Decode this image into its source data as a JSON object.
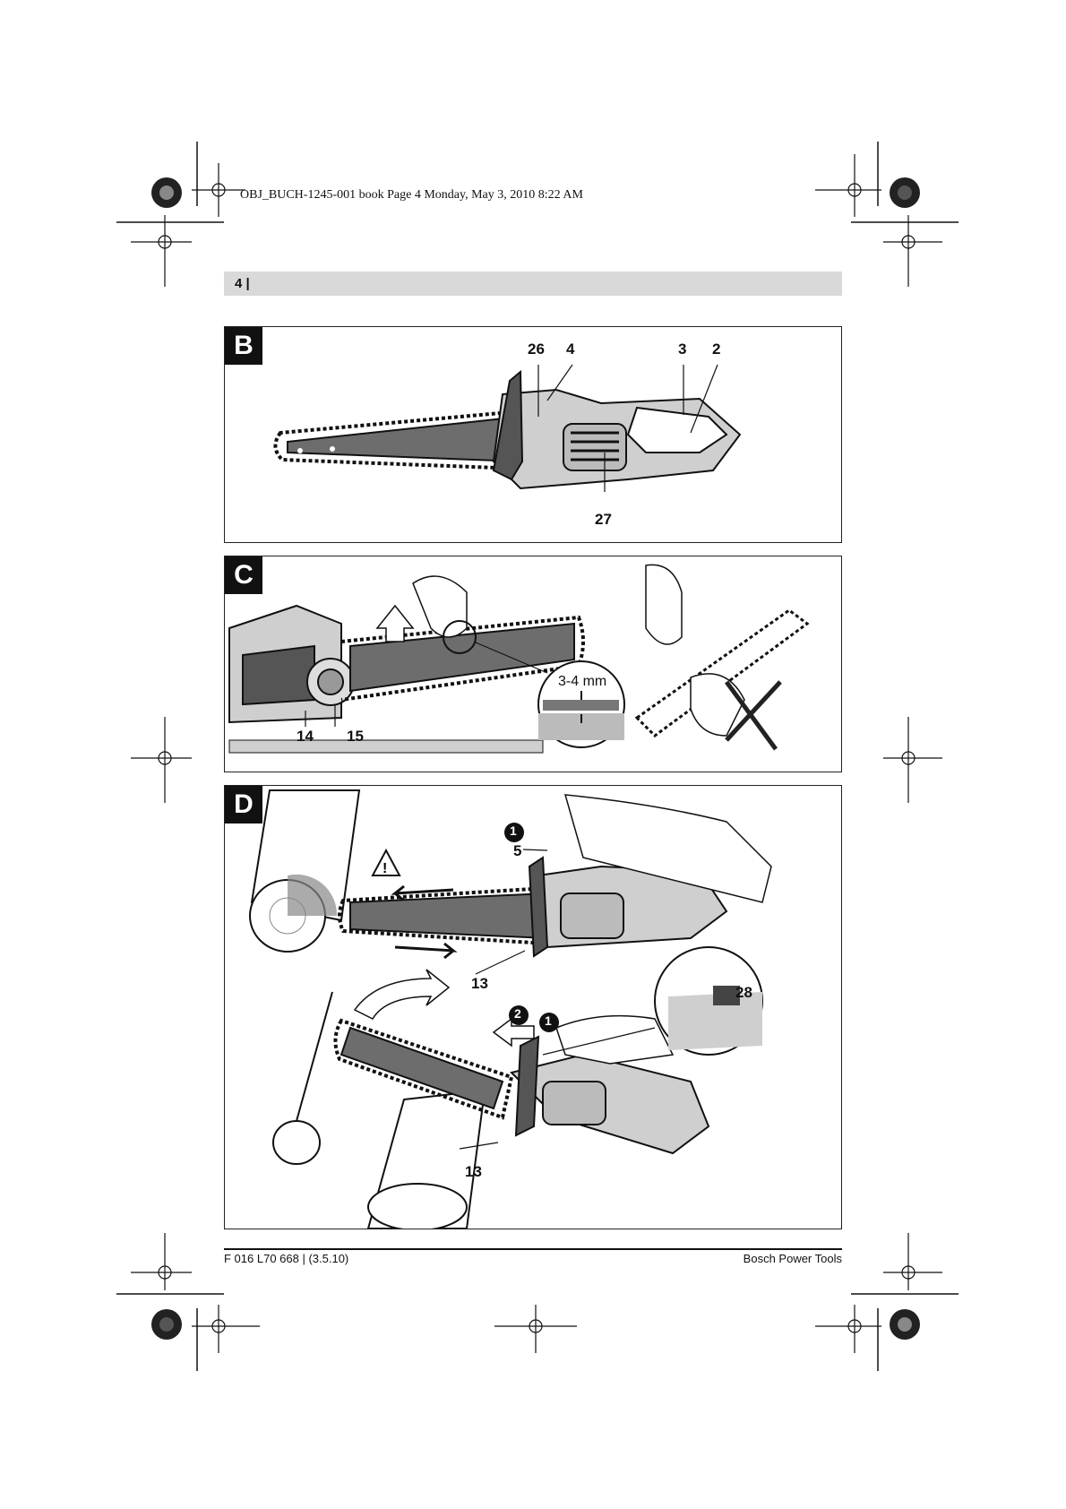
{
  "header": {
    "slug_text": "OBJ_BUCH-1245-001 book  Page 4  Monday, May 3, 2010  8:22 AM",
    "page_label": "4 |"
  },
  "figure_b": {
    "tag": "B",
    "callouts": [
      "26",
      "4",
      "3",
      "2",
      "27"
    ]
  },
  "figure_c": {
    "tag": "C",
    "callouts": [
      "14",
      "15"
    ],
    "measure": "3-4 mm"
  },
  "figure_d": {
    "tag": "D",
    "callouts": [
      "5",
      "13",
      "28",
      "13"
    ],
    "step_markers": [
      "1",
      "2",
      "1"
    ]
  },
  "footer": {
    "left": "F 016 L70 668 | (3.5.10)",
    "right": "Bosch Power Tools"
  },
  "colors": {
    "tag_bg": "#111111",
    "header_bar": "#d9d9d9",
    "tool_body": "#cfcfcf",
    "bar": "#6d6d6d"
  }
}
